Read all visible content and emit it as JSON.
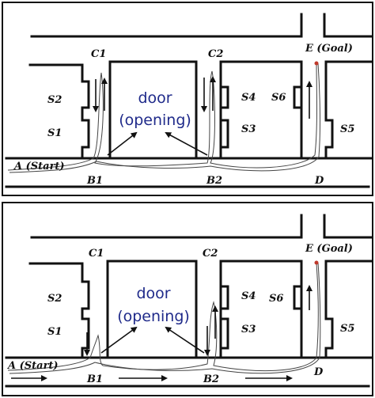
{
  "panels": [
    {
      "id": "top",
      "labels": {
        "c1": "C1",
        "c2": "C2",
        "e": "E (Goal)",
        "s1": "S1",
        "s2": "S2",
        "s3": "S3",
        "s4": "S4",
        "s5": "S5",
        "s6": "S6",
        "a": "A (Start)",
        "b1": "B1",
        "b2": "B2",
        "d": "D",
        "door": "door",
        "opening": "(opening)"
      }
    },
    {
      "id": "bottom",
      "labels": {
        "c1": "C1",
        "c2": "C2",
        "e": "E (Goal)",
        "s1": "S1",
        "s2": "S2",
        "s3": "S3",
        "s4": "S4",
        "s5": "S5",
        "s6": "S6",
        "a": "A (Start)",
        "b1": "B1",
        "b2": "B2",
        "d": "D",
        "door": "door",
        "opening": "(opening)"
      }
    }
  ],
  "colors": {
    "wall": "#111111",
    "door_text": "#1f2a8a",
    "goal_marker": "#c0392b",
    "path": "#444444"
  }
}
